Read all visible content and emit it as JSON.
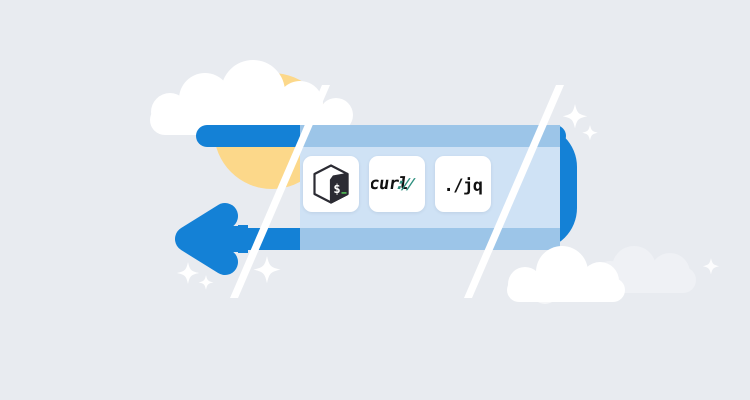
{
  "illustration": {
    "title": "Shell pipeline illustration",
    "background_color": "#e8ebf0",
    "accent_blue": "#1481d6",
    "band_blue": "#9cc5e8",
    "panel_blue": "#cfe2f5",
    "sun_color": "#fcd88a",
    "cloud_color": "#ffffff",
    "cloud_shadow_color": "#eff1f5",
    "sparkle_color": "#ffffff",
    "stripe_color": "#ffffff"
  },
  "tools": [
    {
      "id": "bash",
      "name": "bash-shell-icon",
      "label": "$",
      "cursor": "_",
      "icon_body_color": "#2b2b33",
      "icon_outline_color": "#2b2b33",
      "prompt_color": "#ffffff",
      "cursor_color": "#4caf50"
    },
    {
      "id": "curl",
      "name": "curl-icon",
      "label": "curl",
      "suffix": "://",
      "label_color": "#1b3a52",
      "suffix_color": "#2f8f7f"
    },
    {
      "id": "jq",
      "name": "jq-icon",
      "label": "./jq",
      "label_color": "#111111"
    }
  ],
  "shapes": {
    "arrow_direction": "left",
    "pipe_shape": "u-turn-loop",
    "sparkle_count": 6,
    "cloud_count": 4,
    "stripe_count": 2
  }
}
